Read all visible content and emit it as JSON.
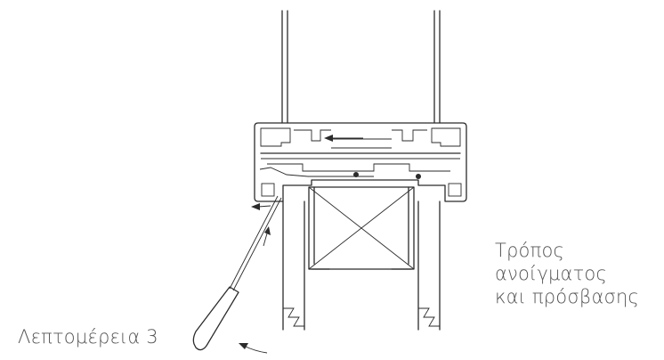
{
  "labels": {
    "detail": "Λεπτομέρεια 3",
    "method_lines": [
      "Τρόπος",
      "ανοίγματος",
      "και πρόσβασης"
    ]
  },
  "colors": {
    "line": "#2b2b2b",
    "text": "#555555",
    "background": "#ffffff"
  },
  "icons": {
    "tool": "screwdriver-icon",
    "arrows": "arrow-icon"
  }
}
